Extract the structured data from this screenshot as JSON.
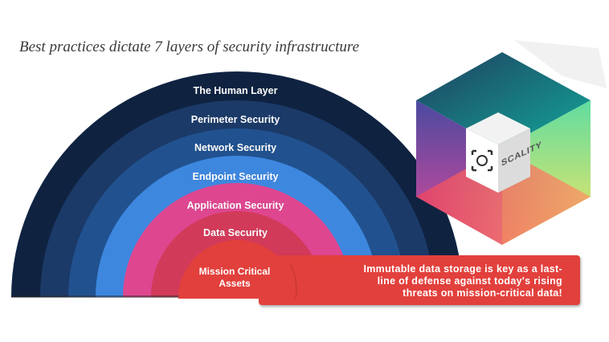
{
  "title": "Best practices dictate 7 layers of security infrastructure",
  "layers": [
    {
      "label": "The Human Layer",
      "color": "#0f2341"
    },
    {
      "label": "Perimeter Security",
      "color": "#1b3a68"
    },
    {
      "label": "Network Security",
      "color": "#21528f"
    },
    {
      "label": "Endpoint Security",
      "color": "#3d87df"
    },
    {
      "label": "Application Security",
      "color": "#de4690"
    },
    {
      "label": "Data Security",
      "color": "#d23a5a"
    },
    {
      "label": "Mission Critical Assets",
      "color": "#e2403c"
    }
  ],
  "mission": {
    "line1": "Mission Critical",
    "line2": "Assets"
  },
  "callout": {
    "line1": "Immutable data storage is key as a last-",
    "line2": "line of defense against today's rising",
    "line3": "threats on mission-critical data!"
  },
  "logo": {
    "text": "SCALITY",
    "icon": "scality-logo-icon"
  }
}
